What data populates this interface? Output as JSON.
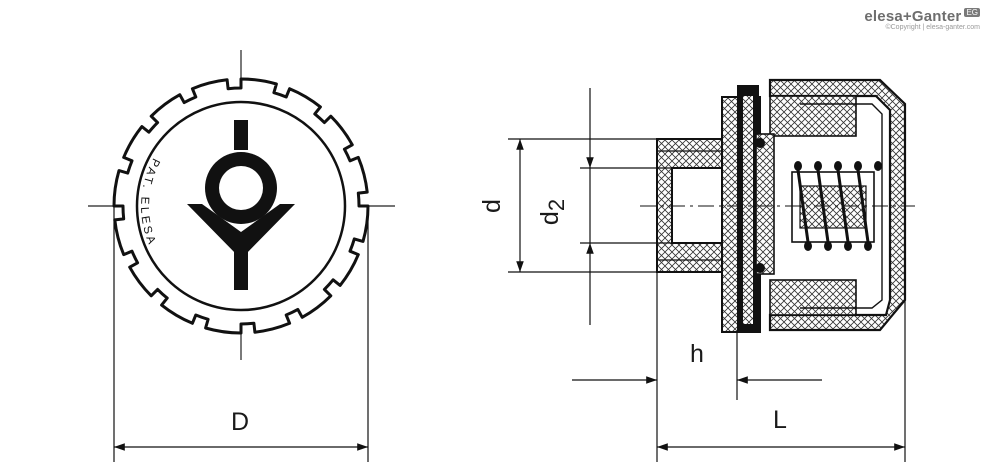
{
  "brand": {
    "name": "elesa+Ganter",
    "badge": "EG",
    "copyright": "©Copyright | elesa-ganter.com"
  },
  "front_view": {
    "marking": "PAT. ELESA",
    "dimension_label": "D"
  },
  "side_view": {
    "dimension_labels": {
      "d": "d",
      "d2_main": "d",
      "d2_sub": "2",
      "h": "h",
      "L": "L"
    }
  }
}
